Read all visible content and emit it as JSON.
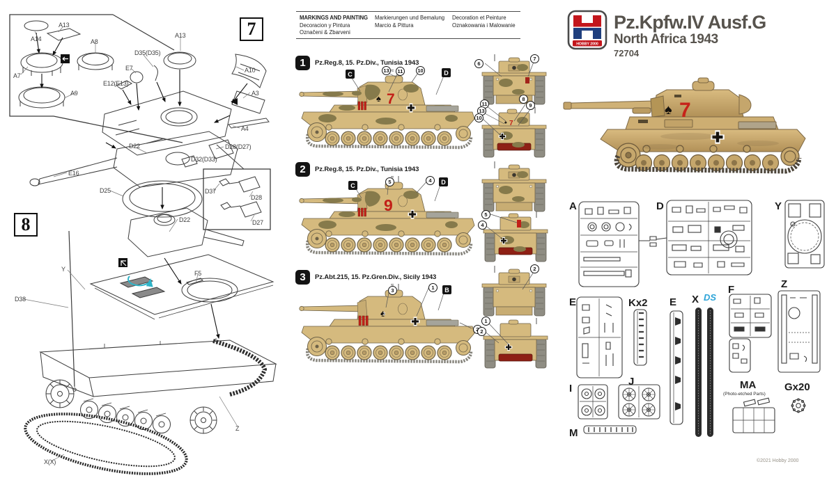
{
  "product": {
    "title": "Pz.Kpfw.IV Ausf.G",
    "subtitle": "North Africa 1943",
    "sku": "72704",
    "brand": "HOBBY 2000",
    "copyright": "©2021 Hobby 2000"
  },
  "icons": {
    "spade": "♠",
    "break_mark": "≈"
  },
  "markings_header": {
    "en": "MARKINGS AND PAINTING",
    "es": "Decoracion y Pintura",
    "cz": "Označeni & Zbarveni",
    "de": "Markierungen und Bemalung",
    "it": "Marcio & Pittura",
    "fr": "Decoration et Peinture",
    "pl": "Oznakowania i Malowanie"
  },
  "schemes": [
    {
      "number": "1",
      "caption": "Pz.Reg.8, 15. Pz.Div., Tunisia 1943",
      "turret_marking": "7",
      "side_callouts": [
        "C",
        "13",
        "11",
        "10",
        "D"
      ],
      "front_callouts": [
        "6",
        "7"
      ],
      "rear_callouts": [
        "11",
        "13",
        "10",
        "8",
        "9"
      ]
    },
    {
      "number": "2",
      "caption": "Pz.Reg.8, 15. Pz.Div., Tunisia 1943",
      "turret_marking": "9",
      "side_callouts": [
        "C",
        "5",
        "4",
        "D"
      ],
      "front_callouts": [],
      "rear_callouts": [
        "5",
        "4"
      ]
    },
    {
      "number": "3",
      "caption": "Pz.Abt.215, 15. Pz.Gren.Div., Sicily 1943",
      "turret_marking": "3",
      "side_callouts": [
        "3",
        "1",
        "B",
        "2"
      ],
      "front_callouts": [
        "2"
      ],
      "rear_callouts": [
        "1",
        "2"
      ]
    }
  ],
  "assembly": {
    "step7": {
      "number": "7",
      "labels": [
        "A14",
        "A13",
        "A8",
        "A7",
        "A9",
        "D35(D35)",
        "E7",
        "E12(E13)",
        "A13",
        "A10",
        "A3",
        "A4",
        "D22",
        "E16",
        "D25",
        "D32(D33)",
        "D28(D27)",
        "D37",
        "D28",
        "D27",
        "D22"
      ]
    },
    "step8": {
      "number": "8",
      "labels": [
        "Y",
        "F5",
        "D38",
        "X(X)",
        "Z"
      ]
    }
  },
  "sprues": {
    "row1": [
      "A",
      "D",
      "Y"
    ],
    "row2": [
      "E",
      "Kx2",
      "E",
      "X",
      "F",
      "Z"
    ],
    "row3": [
      "I",
      "J",
      "M",
      "MA",
      "Gx20"
    ],
    "ds_logo": "DS",
    "ma_note": "(Photo-etched Parts)"
  },
  "colors": {
    "sand": "#d5ba7e",
    "camo": "#867a4b",
    "red": "#c22018",
    "dark_red": "#8e2015",
    "logo_red": "#c3161c",
    "logo_blue": "#1f3f7e",
    "ds_blue": "#2da4d8",
    "title_gray": "#57534d"
  }
}
